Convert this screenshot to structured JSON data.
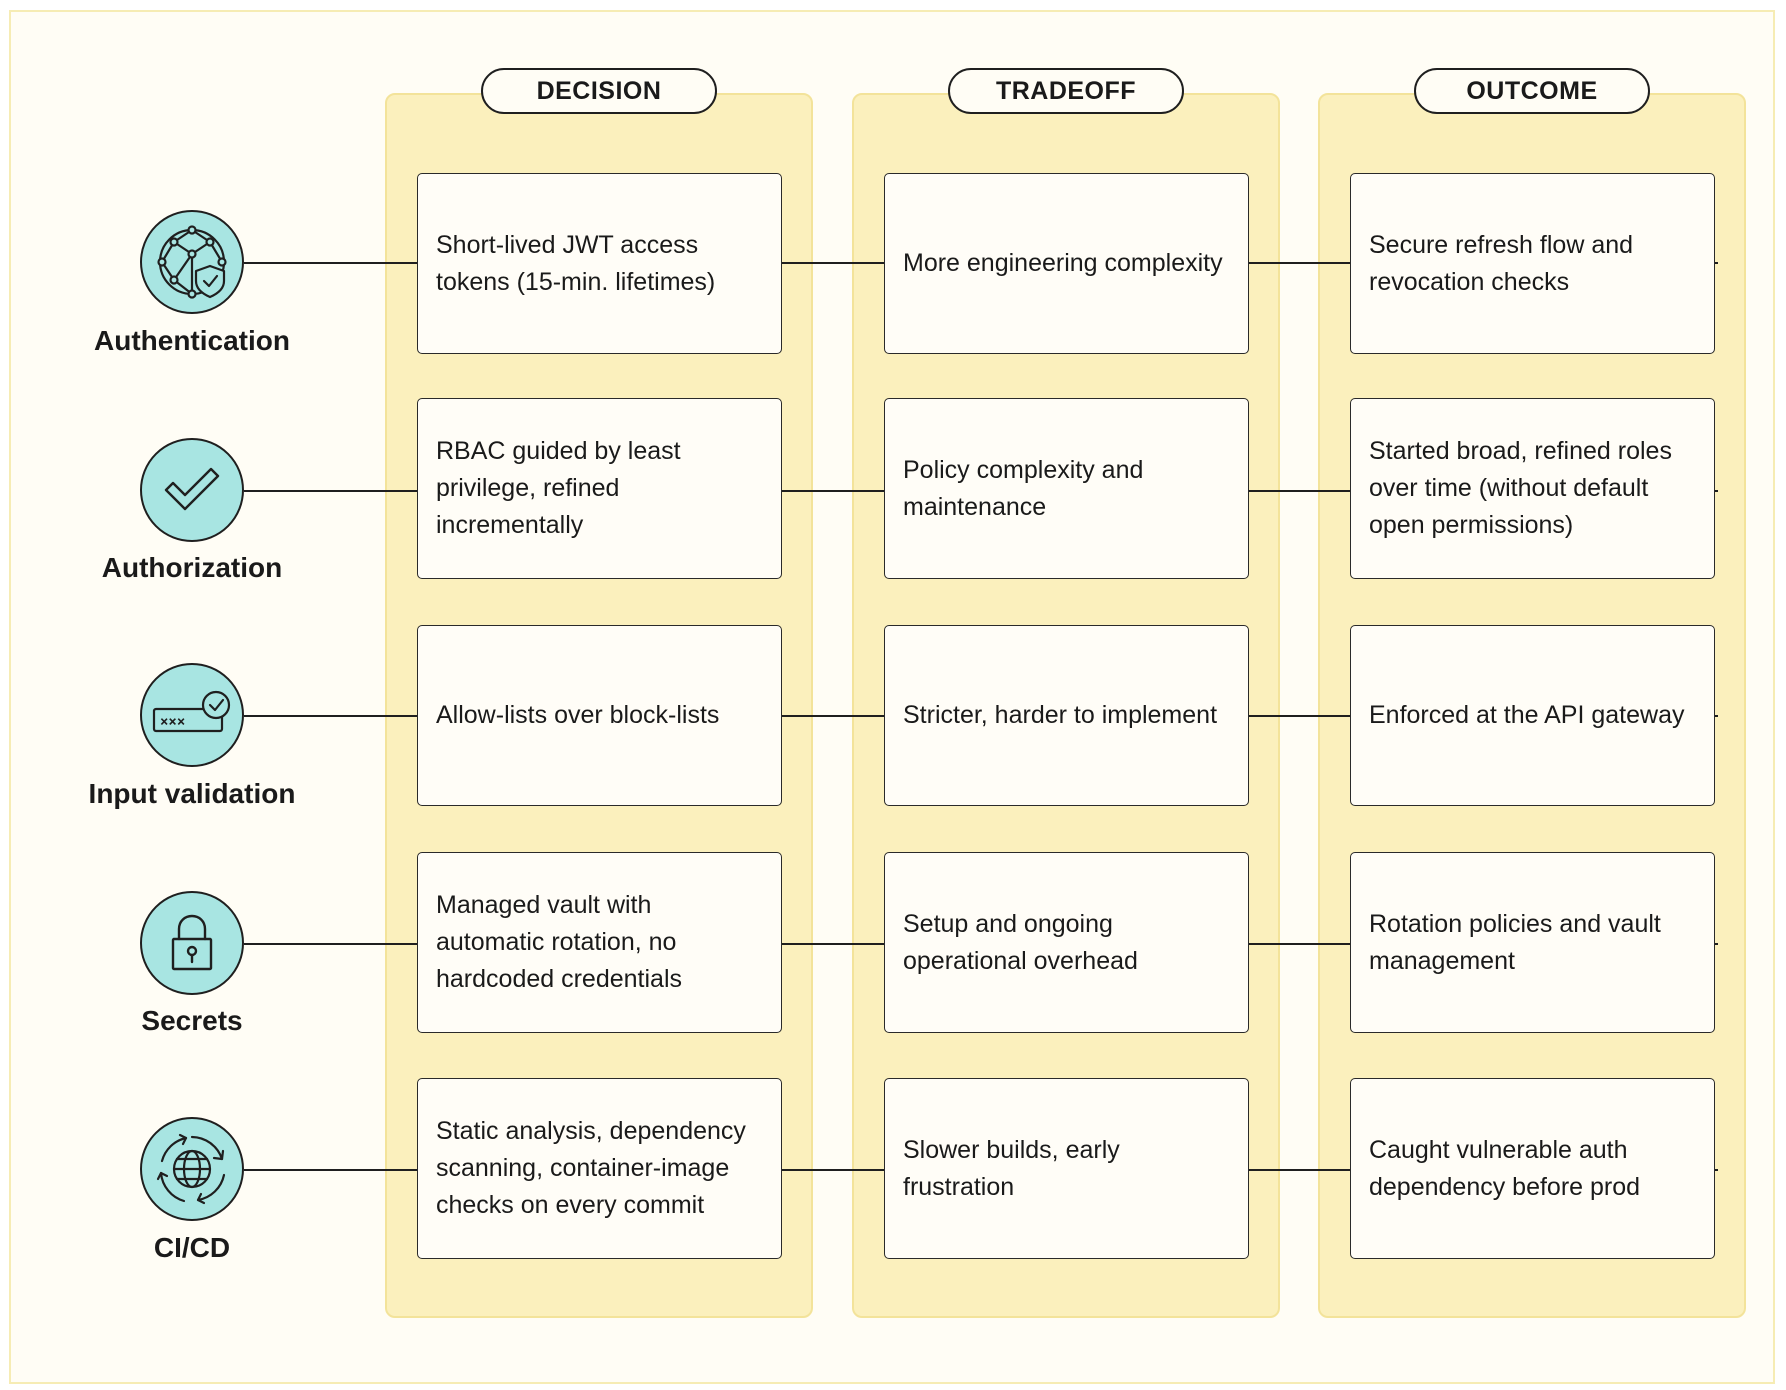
{
  "colors": {
    "page_background": "#fffdf5",
    "column_fill": "#fbf0bd",
    "column_border": "#f3e39a",
    "icon_fill": "#a8e5e2",
    "line": "#1f1f1f"
  },
  "columns": [
    {
      "header": "DECISION"
    },
    {
      "header": "TRADEOFF"
    },
    {
      "header": "OUTCOME"
    }
  ],
  "rows": [
    {
      "label": "Authentication",
      "icon": "network-shield-icon",
      "decision": "Short-lived JWT access tokens (15-min. lifetimes)",
      "tradeoff": "More engineering complexity",
      "outcome": "Secure refresh flow and revocation checks"
    },
    {
      "label": "Authorization",
      "icon": "checkmark-icon",
      "decision": "RBAC guided by least privilege, refined incrementally",
      "tradeoff": "Policy complexity and maintenance",
      "outcome": "Started broad, refined roles over time (without default open permissions)"
    },
    {
      "label": "Input validation",
      "icon": "password-field-check-icon",
      "decision": "Allow-lists over block-lists",
      "tradeoff": "Stricter, harder to implement",
      "outcome": "Enforced at the API gateway"
    },
    {
      "label": "Secrets",
      "icon": "padlock-icon",
      "decision": "Managed vault with automatic rotation, no hardcoded credentials",
      "tradeoff": "Setup and ongoing operational overhead",
      "outcome": "Rotation policies and vault management"
    },
    {
      "label": "CI/CD",
      "icon": "globe-cycle-icon",
      "decision": "Static analysis, dependency scanning, container-image checks on every commit",
      "tradeoff": "Slower builds, early frustration",
      "outcome": "Caught vulnerable auth dependency before prod"
    }
  ]
}
